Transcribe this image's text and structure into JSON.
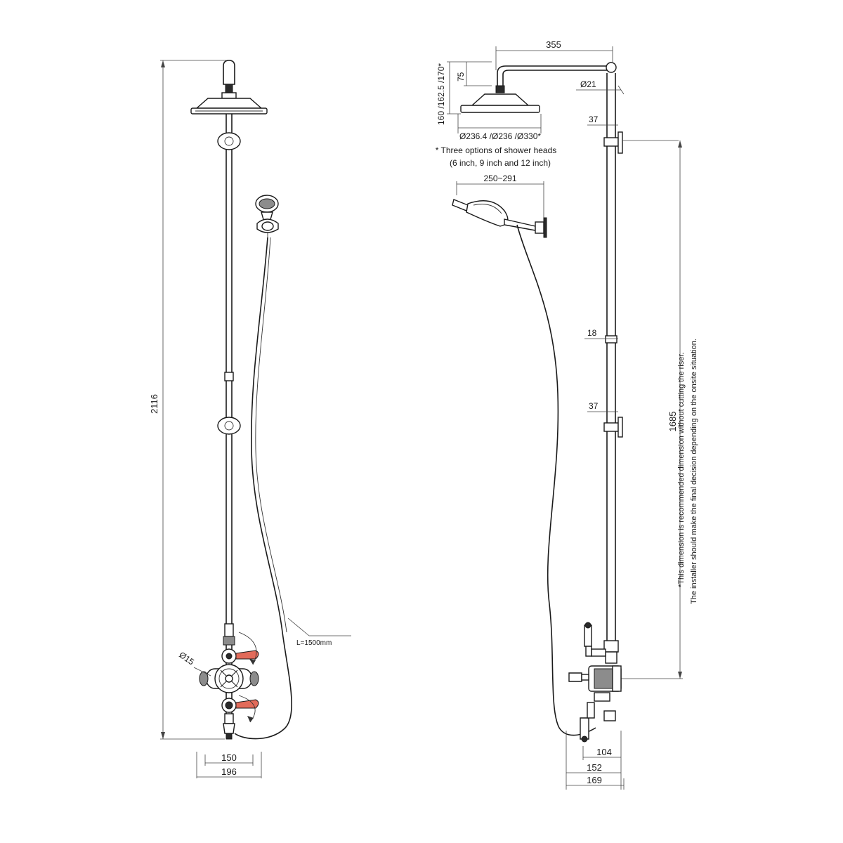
{
  "front_view": {
    "height": "2116",
    "pipe_diameter": "Ø15",
    "hose_length": "L=1500mm",
    "inlet_centres": "150",
    "overall_width": "196"
  },
  "side_view": {
    "arm_projection": "355",
    "head_heights": "160 /162.5 /170*",
    "arm_drop": "75",
    "riser_diameter": "Ø21",
    "head_diameters": "Ø236.4 /Ø236 /Ø330*",
    "heads_note_line1": "* Three options of shower heads",
    "heads_note_line2": "(6 inch, 9 inch and 12 inch)",
    "handset_reach": "250~291",
    "bracket_depth_top": "37",
    "riser_tube": "18",
    "bracket_depth_lower": "37",
    "recommended_height": "1685",
    "install_note_line1": "*This dimension is recommended dimension without cutting the riser.",
    "install_note_line2": "The installer should make the final decision depending on the onsite situation.",
    "depth_a": "104",
    "depth_b": "152",
    "depth_c": "169"
  }
}
